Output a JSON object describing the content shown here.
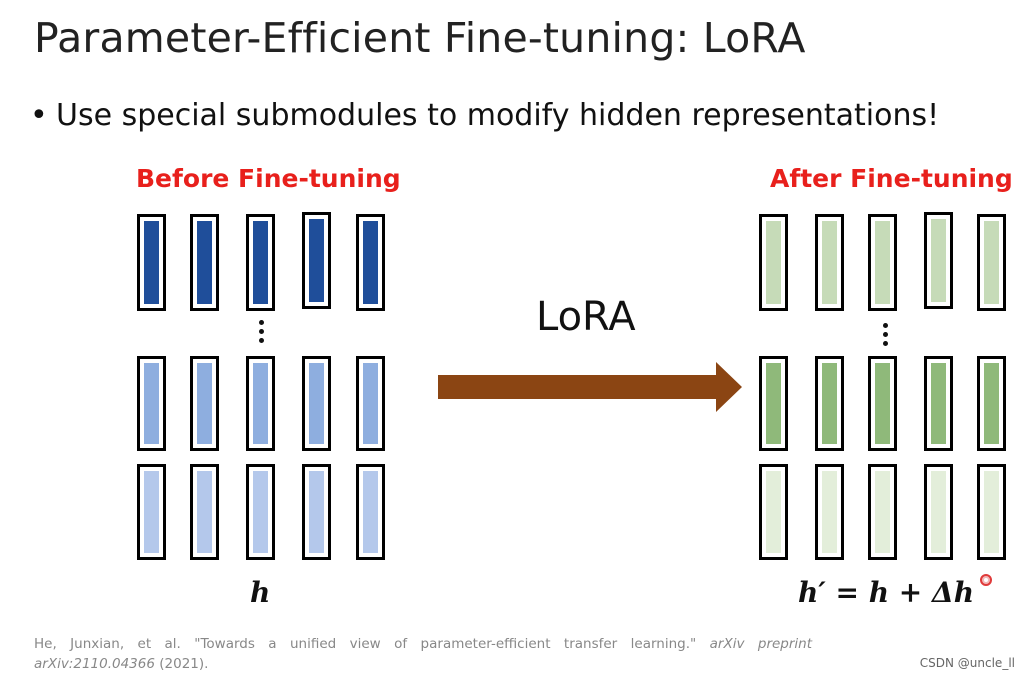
{
  "slide": {
    "title": "Parameter-Efficient Fine-tuning: LoRA",
    "bullet": "Use special submodules to modify hidden representations!",
    "left_heading": "Before Fine-tuning",
    "right_heading": "After Fine-tuning",
    "transform_label": "LoRA",
    "left_formula": "h",
    "right_formula": "h′ = h + Δh",
    "citation": {
      "authors": "He, Junxian, et al. \"Towards a unified view of parameter-efficient transfer learning.\"",
      "venue": "arXiv preprint",
      "arxiv_id": "arXiv:2110.04366",
      "year": "(2021)."
    },
    "watermark": "CSDN @uncle_ll"
  },
  "colors": {
    "heading": "#e8201c",
    "arrow": "#8b4513",
    "before_rows": [
      "#1f4e9a",
      "#8eaedf",
      "#b4c8eb"
    ],
    "after_rows": [
      "#c6dbb8",
      "#8fb97a",
      "#e3eeda"
    ]
  },
  "icons": {
    "bullet": "bullet-dot-icon",
    "arrow": "right-arrow-icon",
    "ellipsis": "vertical-ellipsis-icon"
  }
}
